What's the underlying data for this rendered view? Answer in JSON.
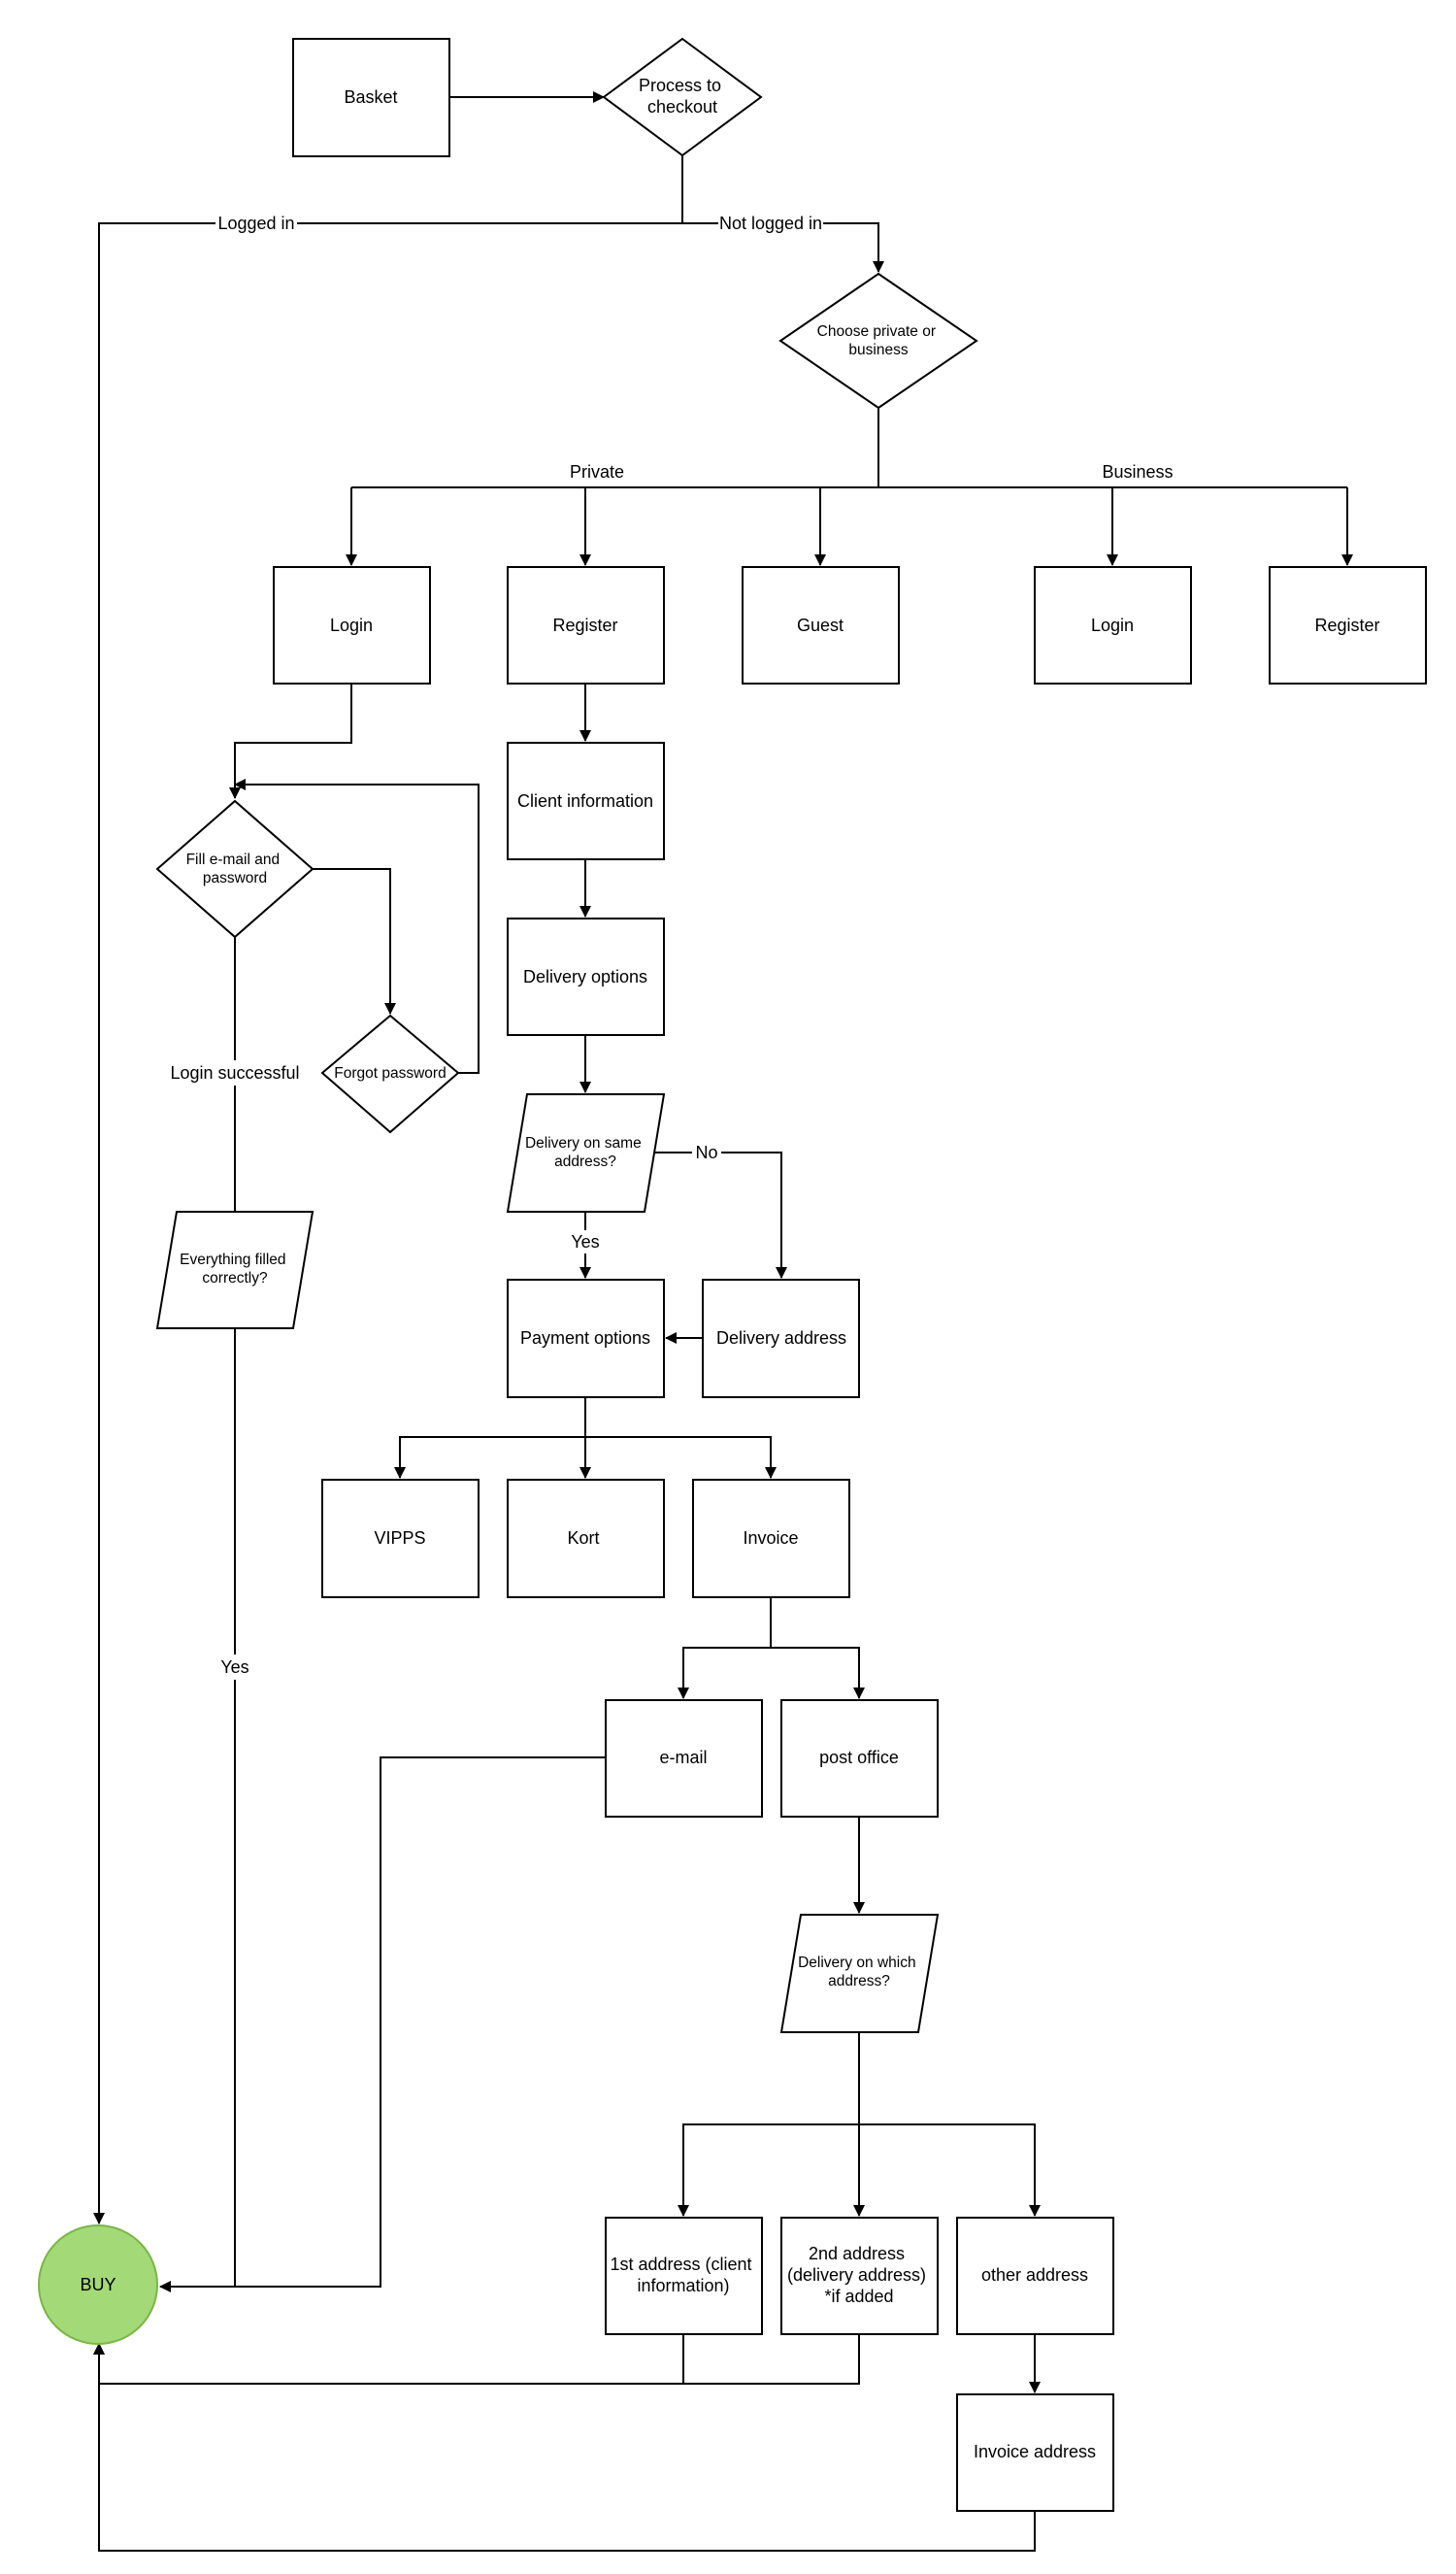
{
  "diagram": {
    "colors": {
      "stroke": "#000000",
      "fill": "#ffffff",
      "buy_fill": "#a3d977",
      "buy_stroke": "#7ab648"
    },
    "nodes": {
      "basket": "Basket",
      "process_checkout": [
        "Process to",
        "checkout"
      ],
      "choose_private_business": [
        "Choose private  or",
        "business"
      ],
      "login_private": "Login",
      "register_private": "Register",
      "guest": "Guest",
      "login_business": "Login",
      "register_business": "Register",
      "fill_email_password": [
        "Fill e-mail and",
        "password"
      ],
      "forgot_password": "Forgot password",
      "everything_filled": [
        "Everything filled",
        "correctly?"
      ],
      "client_information": "Client information",
      "delivery_options": "Delivery options",
      "delivery_same_address": [
        "Delivery on same",
        "address?"
      ],
      "payment_options": "Payment options",
      "delivery_address": "Delivery address",
      "vipps": "VIPPS",
      "kort": "Kort",
      "invoice": "Invoice",
      "email": "e-mail",
      "post_office": "post office",
      "delivery_which_address": [
        "Delivery on which",
        "address?"
      ],
      "first_address": [
        "1st address (client",
        "information)"
      ],
      "second_address": [
        "2nd address",
        "(delivery address)",
        "*if added"
      ],
      "other_address": "other address",
      "invoice_address": "Invoice address",
      "buy": "BUY"
    },
    "edge_labels": {
      "logged_in": "Logged in",
      "not_logged_in": "Not logged in",
      "private": "Private",
      "business": "Business",
      "login_successful": "Login successful",
      "no": "No",
      "yes_delivery": "Yes",
      "yes_login": "Yes"
    }
  }
}
